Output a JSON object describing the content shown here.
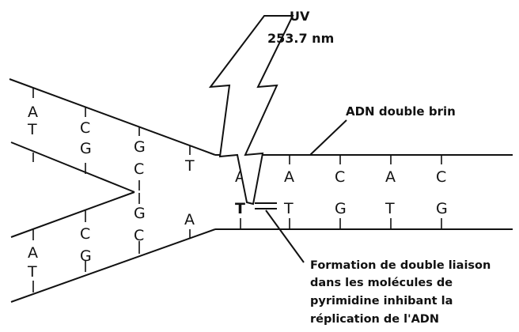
{
  "uv_label": {
    "line1": "UV",
    "line2": "253.7 nm"
  },
  "dna_label": "ADN double brin",
  "formation_label": [
    "Formation de double liaison",
    "dans les molécules de",
    "pyrimidine inhibant la",
    "réplication de l'ADN"
  ],
  "upper_fork_bases": [
    "A",
    "T",
    "C",
    "G",
    "G",
    "C",
    "T"
  ],
  "lower_fork_bases": [
    "A",
    "T",
    "C",
    "G",
    "G",
    "C",
    "A"
  ],
  "duplex_top_bases": [
    "A",
    "A",
    "C",
    "A",
    "C"
  ],
  "duplex_bottom_bases": [
    "T",
    "T",
    "G",
    "T",
    "G"
  ],
  "colors": {
    "ink": "#111111",
    "background": "#ffffff"
  }
}
